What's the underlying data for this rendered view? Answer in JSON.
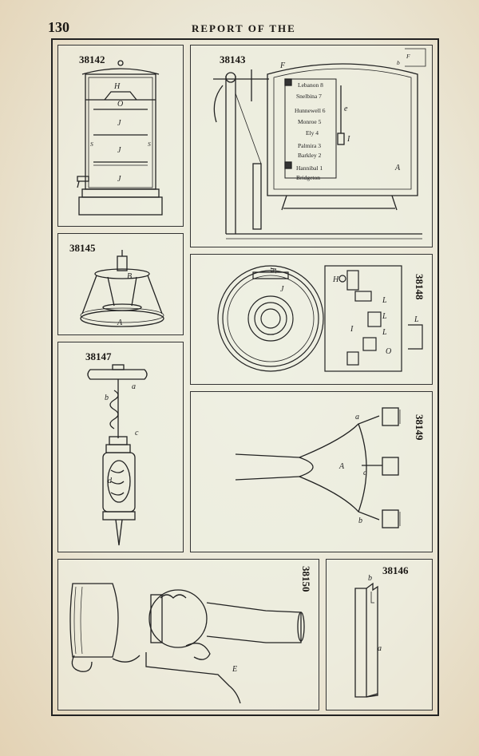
{
  "header": {
    "page_number": "130",
    "running_head": "REPORT OF THE"
  },
  "figures": {
    "f38142": {
      "number": "38142",
      "labels": [
        "H",
        "O",
        "J",
        "J",
        "J",
        "S",
        "S"
      ]
    },
    "f38143": {
      "number": "38143",
      "labels": [
        "F",
        "A",
        "e",
        "I",
        "F",
        "b"
      ],
      "list": [
        "Lebanon 8",
        "Snelbina 7",
        "Hunnewell 6",
        "Monroe 5",
        "Ely 4",
        "Palmira 3",
        "Barkley 2",
        "Hannibal 1",
        "Bridgeton"
      ]
    },
    "f38145": {
      "number": "38145",
      "labels": [
        "B",
        "A"
      ]
    },
    "f38148": {
      "number": "38148",
      "labels": [
        "H",
        "J",
        "H",
        "I",
        "L",
        "L",
        "L",
        "O",
        "L"
      ]
    },
    "f38147": {
      "number": "38147",
      "labels": [
        "a",
        "b",
        "c",
        "d"
      ]
    },
    "f38149": {
      "number": "38149",
      "labels": [
        "a",
        "A",
        "c",
        "b"
      ]
    },
    "f38150": {
      "number": "38150",
      "labels": [
        "E"
      ]
    },
    "f38146": {
      "number": "38146",
      "labels": [
        "b",
        "a"
      ]
    }
  }
}
